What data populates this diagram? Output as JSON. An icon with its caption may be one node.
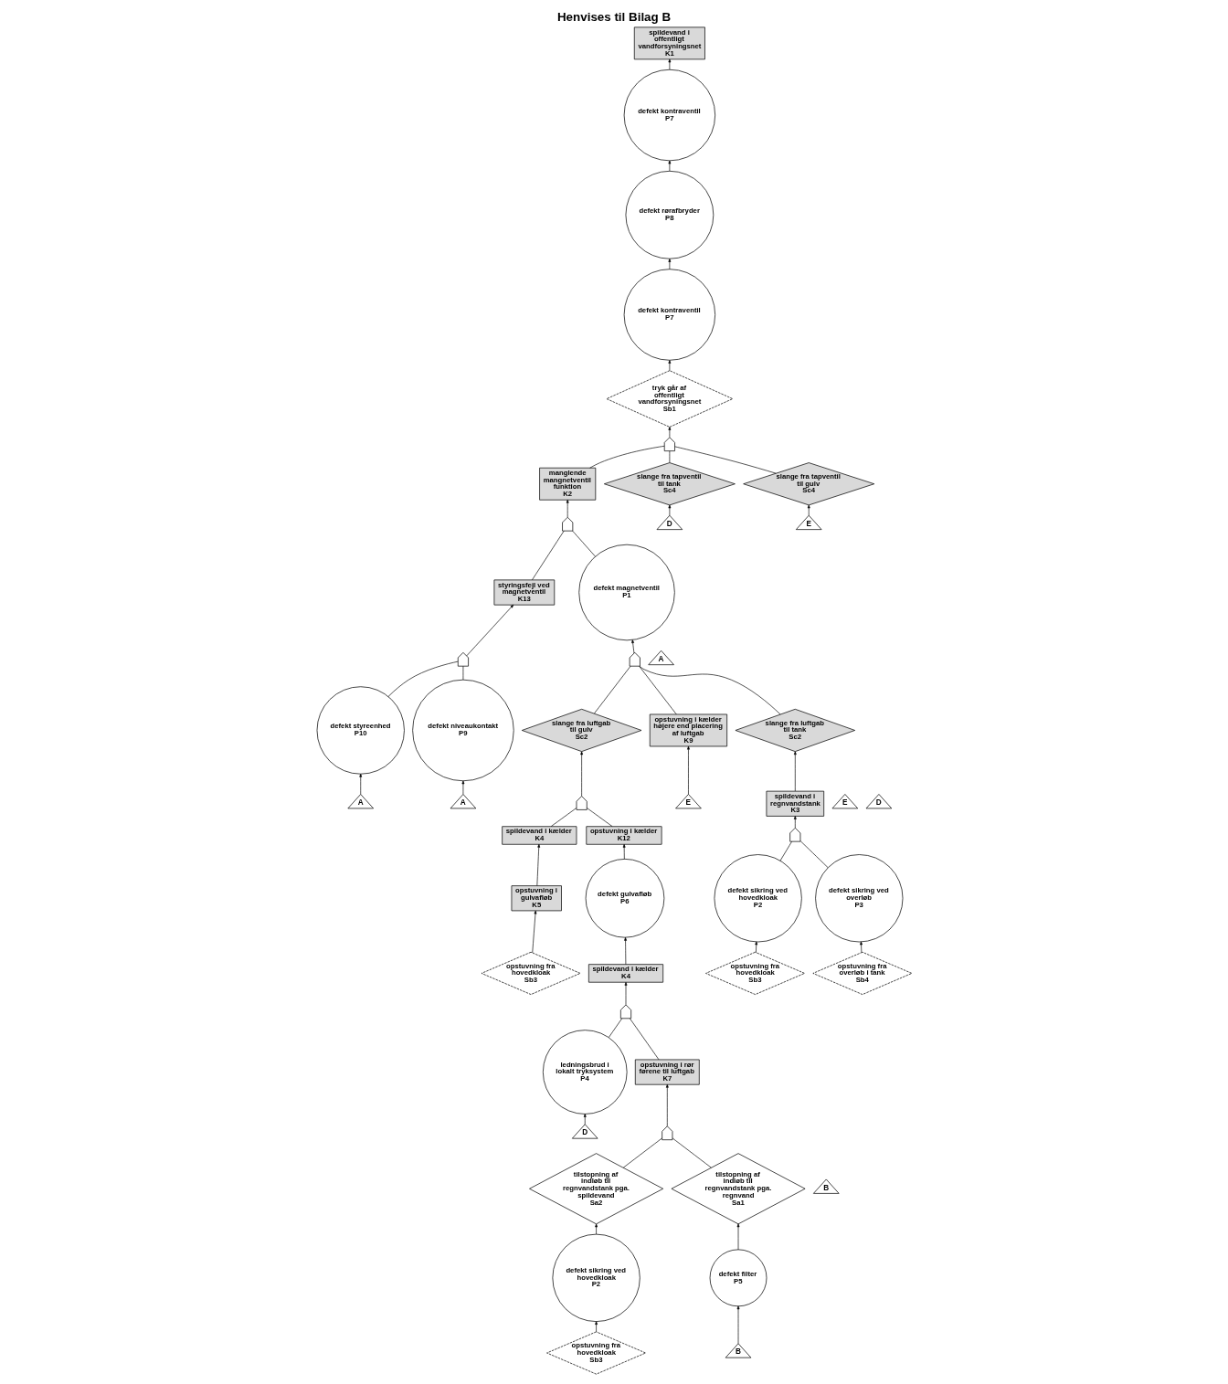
{
  "diagram": {
    "title": "Henvises til Bilag B",
    "nodes": [
      {
        "text": [
          "spildevand i offentligt vandforsyningsnet",
          "K1"
        ]
      },
      {
        "text": [
          "defekt kontraventil",
          "P7"
        ]
      },
      {
        "text": [
          "defekt rørafbryder",
          "P8"
        ]
      },
      {
        "text": [
          "defekt kontraventil",
          "P7"
        ]
      },
      {
        "text": [
          "tryk går af offentligt vandforsyningsnet",
          "Sb1"
        ]
      },
      {
        "text": [],
        "shape": "gate"
      },
      {
        "text": [
          "manglende mangnetventil funktion",
          "K2"
        ]
      },
      {
        "text": [
          "slange fra tapventil til tank",
          "Sc4"
        ]
      },
      {
        "text": [
          "slange fra tapventil til gulv",
          "Sc4"
        ]
      },
      {
        "text": [],
        "shape": "gate"
      },
      {
        "text": [
          "D"
        ]
      },
      {
        "text": [
          "E"
        ]
      },
      {
        "text": [
          "styringsfejl ved magnetventil",
          "K13"
        ]
      },
      {
        "text": [
          "defekt magnetventil",
          "P1"
        ]
      },
      {
        "text": [],
        "shape": "gate"
      },
      {
        "text": [],
        "shape": "gate"
      },
      {
        "text": [
          "A"
        ]
      },
      {
        "text": [
          "defekt styreenhed",
          "P10"
        ]
      },
      {
        "text": [
          "defekt niveaukontakt",
          "P9"
        ]
      },
      {
        "text": [
          "slange fra luftgab til gulv",
          "Sc2"
        ]
      },
      {
        "text": [
          "opstuvning i kælder højere end placering af luftgab",
          "K9"
        ]
      },
      {
        "text": [
          "slange fra luftgab til tank",
          "Sc2"
        ]
      },
      {
        "text": [
          "A"
        ]
      },
      {
        "text": [
          "A"
        ]
      },
      {
        "text": [],
        "shape": "gate"
      },
      {
        "text": [
          "E"
        ]
      },
      {
        "text": [
          "E"
        ]
      },
      {
        "text": [
          "spildevand i regnvandstank",
          "K3"
        ]
      },
      {
        "text": [
          "D"
        ]
      },
      {
        "text": [
          "spildevand i kælder",
          "K4"
        ]
      },
      {
        "text": [
          "opstuvning i kælder",
          "K12"
        ]
      },
      {
        "text": [],
        "shape": "gate"
      },
      {
        "text": [
          "opstuvning i gulvafløb",
          "K5"
        ]
      },
      {
        "text": [
          "defekt gulvafløb",
          "P6"
        ]
      },
      {
        "text": [
          "defekt sikring ved hovedkloak",
          "P2"
        ]
      },
      {
        "text": [
          "defekt sikring ved overløb",
          "P3"
        ]
      },
      {
        "text": [
          "opstuvning fra hovedkloak",
          "Sb3"
        ]
      },
      {
        "text": [
          "spildevand i kælder",
          "K4"
        ]
      },
      {
        "text": [
          "opstuvning fra hovedkloak",
          "Sb3"
        ]
      },
      {
        "text": [
          "opstuvning fra overløb i tank",
          "Sb4"
        ]
      },
      {
        "text": [],
        "shape": "gate"
      },
      {
        "text": [
          "ledningsbrud i lokalt tryksystem",
          "P4"
        ]
      },
      {
        "text": [
          "opstuvning i rør førene til luftgab",
          "K7"
        ]
      },
      {
        "text": [
          "D"
        ]
      },
      {
        "text": [],
        "shape": "gate"
      },
      {
        "text": [
          "tilstopning af indløb til regnvandstank pga. spildevand",
          "Sa2"
        ]
      },
      {
        "text": [
          "tilstopning af indløb til regnvandstank pga. regnvand",
          "Sa1"
        ]
      },
      {
        "text": [
          "B"
        ]
      },
      {
        "text": [
          "defekt sikring ved hovedkloak",
          "P2"
        ]
      },
      {
        "text": [
          "defekt filter",
          "P5"
        ]
      },
      {
        "text": [
          "opstuvning fra hovedkloak",
          "Sb3"
        ]
      },
      {
        "text": [
          "B"
        ]
      }
    ],
    "edges": [
      {
        "from": 1,
        "to": 0,
        "arrow": "to"
      },
      {
        "from": 2,
        "to": 1,
        "arrow": "to"
      },
      {
        "from": 3,
        "to": 2,
        "arrow": "to"
      },
      {
        "from": 4,
        "to": 3,
        "arrow": "to"
      },
      {
        "from": 5,
        "to": 4,
        "arrow": "to"
      },
      {
        "from": 6,
        "to": 5,
        "arrow": "none"
      },
      {
        "from": 7,
        "to": 5,
        "arrow": "none"
      },
      {
        "from": 8,
        "to": 5,
        "arrow": "none"
      },
      {
        "from": 9,
        "to": 6,
        "arrow": "to"
      },
      {
        "from": 10,
        "to": 7,
        "arrow": "to"
      },
      {
        "from": 11,
        "to": 8,
        "arrow": "to"
      },
      {
        "from": 12,
        "to": 9,
        "arrow": "none"
      },
      {
        "from": 13,
        "to": 9,
        "arrow": "none"
      },
      {
        "from": 14,
        "to": 12,
        "arrow": "to"
      },
      {
        "from": 15,
        "to": 13,
        "arrow": "to"
      },
      {
        "from": 17,
        "to": 14,
        "arrow": "none"
      },
      {
        "from": 18,
        "to": 14,
        "arrow": "none"
      },
      {
        "from": 19,
        "to": 15,
        "arrow": "none"
      },
      {
        "from": 20,
        "to": 15,
        "arrow": "none"
      },
      {
        "from": 21,
        "to": 15,
        "arrow": "none"
      },
      {
        "from": 22,
        "to": 17,
        "arrow": "to"
      },
      {
        "from": 23,
        "to": 18,
        "arrow": "to"
      },
      {
        "from": 24,
        "to": 19,
        "arrow": "to"
      },
      {
        "from": 26,
        "to": 20,
        "arrow": "to"
      },
      {
        "from": 27,
        "to": 21,
        "arrow": "to"
      },
      {
        "from": 29,
        "to": 24,
        "arrow": "none"
      },
      {
        "from": 30,
        "to": 24,
        "arrow": "none"
      },
      {
        "from": 31,
        "to": 27,
        "arrow": "to"
      },
      {
        "from": 32,
        "to": 29,
        "arrow": "to"
      },
      {
        "from": 33,
        "to": 30,
        "arrow": "to"
      },
      {
        "from": 34,
        "to": 31,
        "arrow": "none"
      },
      {
        "from": 35,
        "to": 31,
        "arrow": "none"
      },
      {
        "from": 36,
        "to": 32,
        "arrow": "to"
      },
      {
        "from": 37,
        "to": 33,
        "arrow": "to"
      },
      {
        "from": 38,
        "to": 34,
        "arrow": "to"
      },
      {
        "from": 39,
        "to": 35,
        "arrow": "to"
      },
      {
        "from": 40,
        "to": 37,
        "arrow": "to"
      },
      {
        "from": 41,
        "to": 40,
        "arrow": "none"
      },
      {
        "from": 42,
        "to": 40,
        "arrow": "none"
      },
      {
        "from": 43,
        "to": 41,
        "arrow": "to"
      },
      {
        "from": 44,
        "to": 42,
        "arrow": "to"
      },
      {
        "from": 45,
        "to": 44,
        "arrow": "none"
      },
      {
        "from": 46,
        "to": 44,
        "arrow": "none"
      },
      {
        "from": 48,
        "to": 45,
        "arrow": "to"
      },
      {
        "from": 49,
        "to": 46,
        "arrow": "to"
      },
      {
        "from": 50,
        "to": 48,
        "arrow": "to"
      },
      {
        "from": 51,
        "to": 49,
        "arrow": "to"
      }
    ]
  }
}
